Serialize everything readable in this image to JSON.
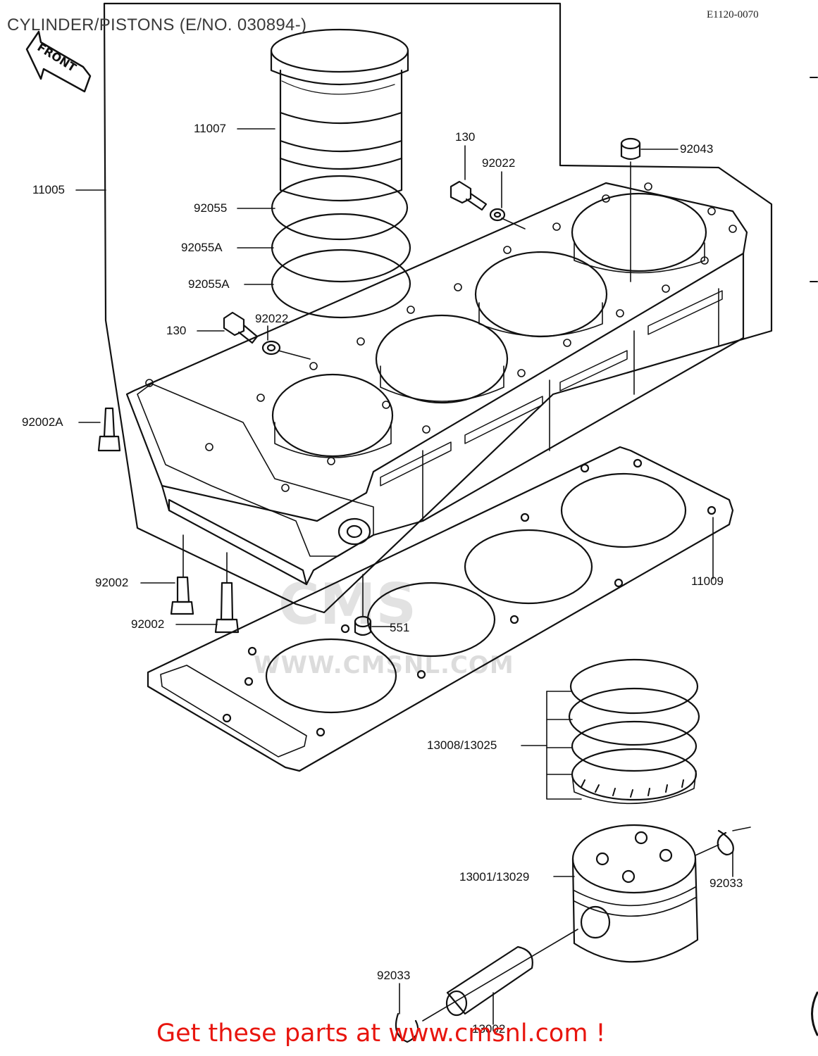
{
  "header": {
    "title": "CYLINDER/PISTONS (E/NO. 030894-)",
    "diagram_code": "E1120-0070"
  },
  "front_marker": "FRONT",
  "watermark": {
    "logo": "CMS",
    "url": "WWW.CMSNL.COM"
  },
  "callouts": [
    {
      "id": "c11007",
      "text": "11007"
    },
    {
      "id": "c11005",
      "text": "11005"
    },
    {
      "id": "c92055",
      "text": "92055"
    },
    {
      "id": "c92055A1",
      "text": "92055A"
    },
    {
      "id": "c92055A2",
      "text": "92055A"
    },
    {
      "id": "c130a",
      "text": "130"
    },
    {
      "id": "c92022a",
      "text": "92022"
    },
    {
      "id": "c92043",
      "text": "92043"
    },
    {
      "id": "c130b",
      "text": "130"
    },
    {
      "id": "c92022b",
      "text": "92022"
    },
    {
      "id": "c92002A",
      "text": "92002A"
    },
    {
      "id": "c92002a",
      "text": "92002"
    },
    {
      "id": "c92002b",
      "text": "92002"
    },
    {
      "id": "c11009",
      "text": "11009"
    },
    {
      "id": "c551",
      "text": "551"
    },
    {
      "id": "c13008",
      "text": "13008/13025"
    },
    {
      "id": "c13001",
      "text": "13001/13029"
    },
    {
      "id": "c92033a",
      "text": "92033"
    },
    {
      "id": "c92033b",
      "text": "92033"
    },
    {
      "id": "c13002",
      "text": "13002"
    }
  ],
  "footer": {
    "cta": "Get these parts at www.cmsnl.com !"
  },
  "colors": {
    "cta": "#e8150e",
    "line": "#111111",
    "watermark": "#dcdcdc"
  }
}
